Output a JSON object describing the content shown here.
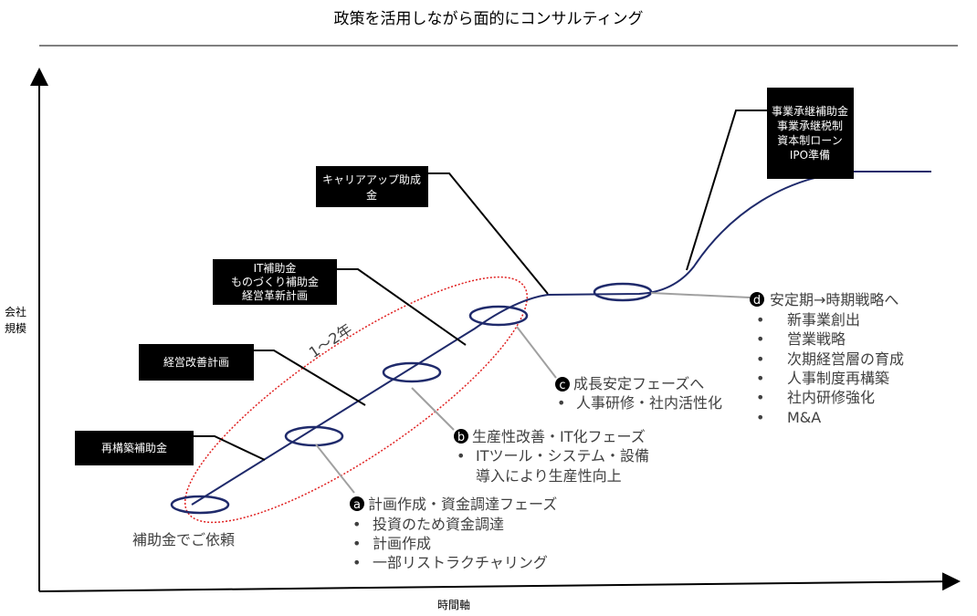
{
  "title": "政策を活用しながら面的にコンサルティング",
  "axes": {
    "y_label_1": "会社",
    "y_label_2": "規模",
    "x_label": "時間軸"
  },
  "duration_label": "1〜2年",
  "start_label": "補助金でご依頼",
  "boxes": {
    "restructure": [
      "再構築補助金"
    ],
    "improvement": [
      "経営改善計画"
    ],
    "it": [
      "IT補助金",
      "ものづくり補助金",
      "経営革新計画"
    ],
    "career": [
      "キャリアアップ助成",
      "金"
    ],
    "succession": [
      "事業承継補助金",
      "事業承継税制",
      "資本制ローン",
      "IPO準備"
    ]
  },
  "phases": [
    {
      "marker": "a",
      "title": "計画作成・資金調達フェーズ",
      "items": [
        "投資のため資金調達",
        "計画作成",
        "一部リストラクチャリング"
      ]
    },
    {
      "marker": "b",
      "title": "生産性改善・IT化フェーズ",
      "items": [
        "ITツール・システム・設備",
        "導入により生産性向上"
      ]
    },
    {
      "marker": "c",
      "title": "成長安定フェーズへ",
      "items": [
        "人事研修・社内活性化"
      ]
    },
    {
      "marker": "d",
      "title": "安定期→時期戦略へ",
      "items": [
        "新事業創出",
        "営業戦略",
        "次期経営層の育成",
        "人事制度再構築",
        "社内研修強化",
        "M&A"
      ]
    }
  ],
  "bullet": "•",
  "colors": {
    "curve": "#1f2a6b",
    "dotted": "#e02020",
    "box": "#000000",
    "text": "#404040",
    "leader": "#a0a0a0"
  }
}
